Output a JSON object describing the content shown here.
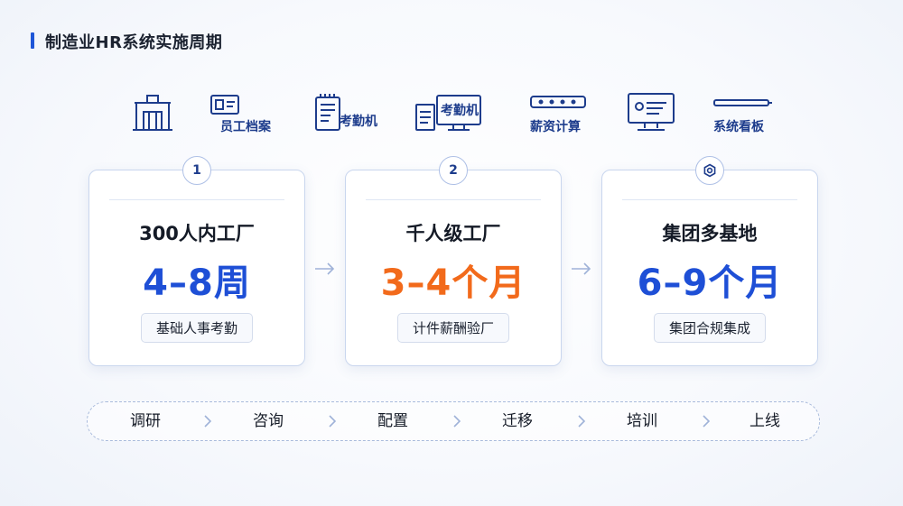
{
  "header": {
    "title": "制造业HR系统实施周期"
  },
  "icons": [
    {
      "icon": "factory-building-icon",
      "label": ""
    },
    {
      "icon": "id-card-icon",
      "label": "员工档案"
    },
    {
      "icon": "clipboard-icon",
      "label": "考勤机"
    },
    {
      "icon": "document-monitor-icon",
      "label": "考勤机"
    },
    {
      "icon": "device-bar-icon",
      "label": "薪资计算"
    },
    {
      "icon": "monitor-icon",
      "label": ""
    },
    {
      "icon": "pen-icon",
      "label": "系统看板"
    }
  ],
  "cards": [
    {
      "badge": "1",
      "heading": "300人内工厂",
      "duration": "4–8周",
      "tag": "基础人事考勤",
      "color": "#1e4fd6"
    },
    {
      "badge": "2",
      "heading": "千人级工厂",
      "duration": "3–4个月",
      "tag": "计件薪酬验厂",
      "color": "#f26a1b"
    },
    {
      "badge": "",
      "badgeIcon": "gear-icon",
      "heading": "集团多基地",
      "duration": "6–9个月",
      "tag": "集团合规集成",
      "color": "#1e4fd6"
    }
  ],
  "process": {
    "steps": [
      "调研",
      "咨询",
      "配置",
      "迁移",
      "培训",
      "上线"
    ]
  },
  "colors": {
    "accent_blue": "#1e4fd6",
    "accent_orange": "#f26a1b",
    "icon_blue": "#1d3c8c"
  }
}
